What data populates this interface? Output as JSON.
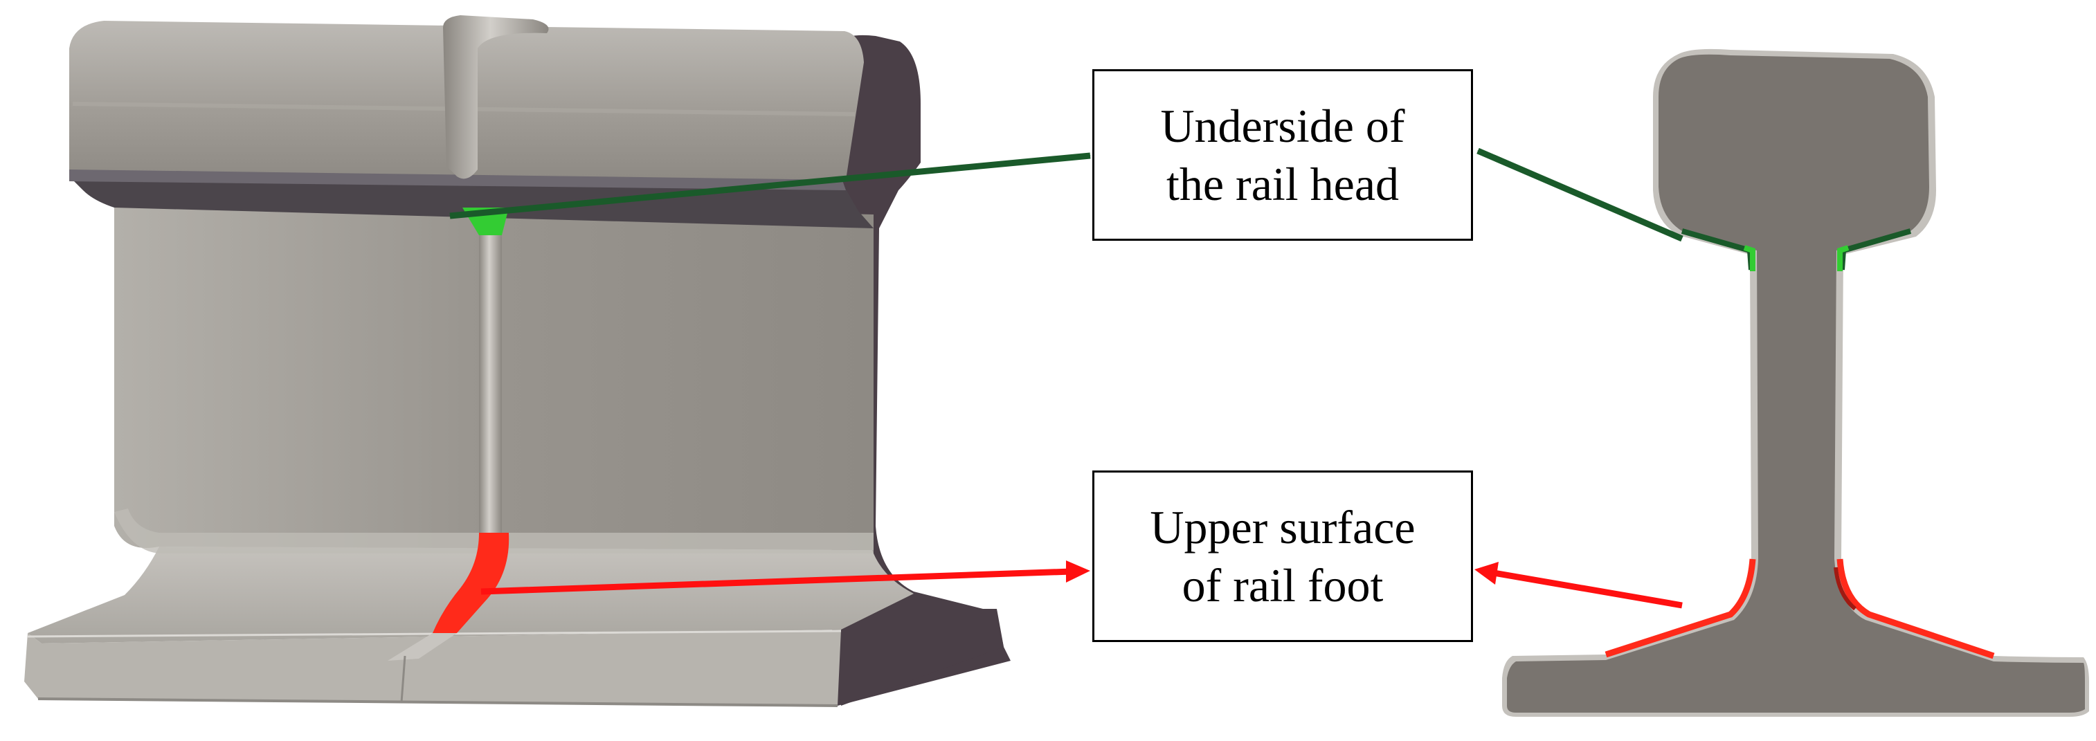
{
  "labels": {
    "rail_head": {
      "line1": "Underside of",
      "line2": "the rail head"
    },
    "rail_foot": {
      "line1": "Upper surface",
      "line2": "of rail foot"
    }
  },
  "colors": {
    "rail_head_arrow": "#1a5a2a",
    "rail_foot_arrow": "#ff1010",
    "rail_head_highlight": "#33cc33",
    "rail_foot_highlight": "#ff2a1a",
    "rail_surface": "#9a968f",
    "rail_dark": "#4a3f47",
    "section_fill": "#79746f"
  }
}
